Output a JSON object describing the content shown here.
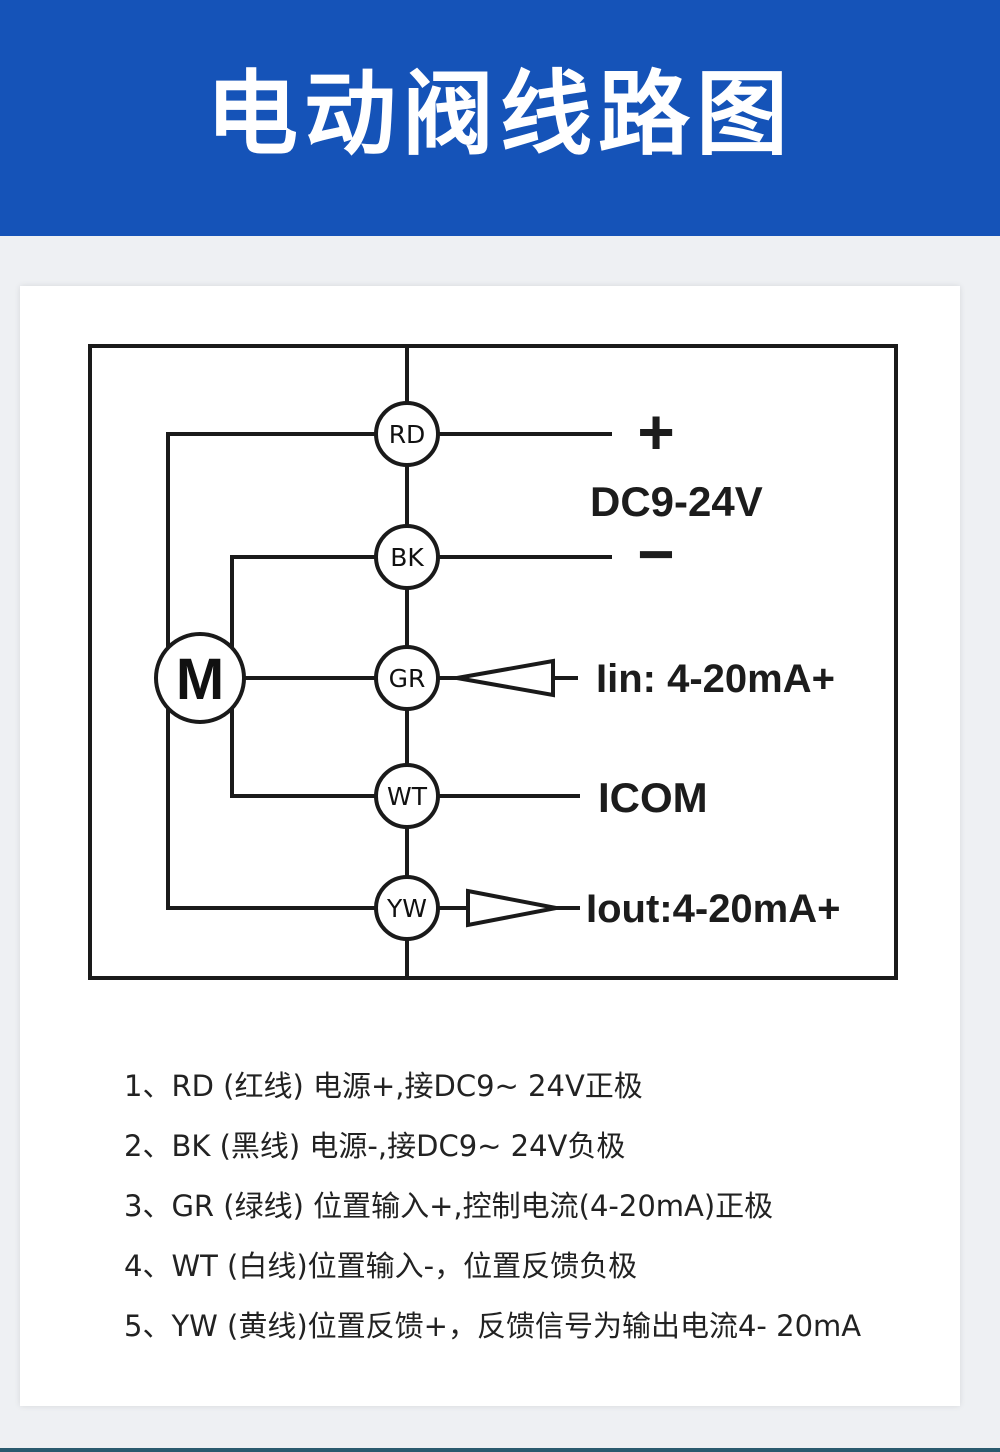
{
  "header": {
    "title": "电动阀线路图"
  },
  "diagram": {
    "motor_label": "M",
    "terminals": [
      {
        "id": "rd",
        "label": "RD"
      },
      {
        "id": "bk",
        "label": "BK"
      },
      {
        "id": "gr",
        "label": "GR"
      },
      {
        "id": "wt",
        "label": "WT"
      },
      {
        "id": "yw",
        "label": "YW"
      }
    ],
    "signals": {
      "plus": "+",
      "minus": "−",
      "supply": "DC9-24V",
      "iin": "Iin: 4-20mA+",
      "icom": "ICOM",
      "iout": "Iout:4-20mA+"
    }
  },
  "legend": {
    "items": [
      "1、RD (红线) 电源+,接DC9~ 24V正极",
      "2、BK (黑线) 电源-,接DC9~ 24V负极",
      "3、GR (绿线) 位置输入+,控制电流(4-20mA)正极",
      "4、WT (白线)位置输入-，位置反馈负极",
      "5、YW (黄线)位置反馈+，反馈信号为输出电流4- 20mA"
    ]
  },
  "colors": {
    "header_bg": "#1553b8",
    "header_text": "#ffffff",
    "line": "#1a1a1a"
  }
}
